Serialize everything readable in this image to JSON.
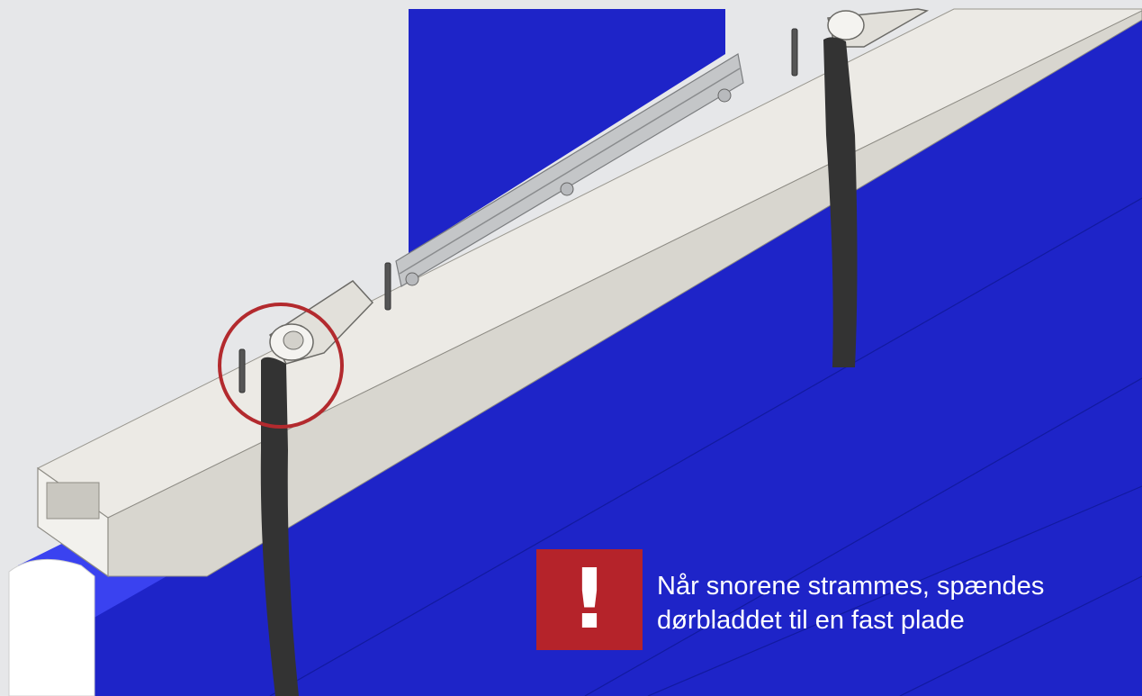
{
  "colors": {
    "background": "#e6e7e9",
    "door_panel": "#1e24c8",
    "door_edge": "#3a42f0",
    "rail": "#e5e3dd",
    "strap": "#333333",
    "highlight_circle": "#b32a2e",
    "warning_badge": "#b5232a",
    "warning_text": "#ffffff"
  },
  "icons": {
    "warning": "exclamation-icon",
    "highlight": "highlight-circle"
  },
  "warning": {
    "symbol": "!",
    "line1": "Når snorene strammes, spændes",
    "line2": "dørbladdet til en fast plade"
  }
}
